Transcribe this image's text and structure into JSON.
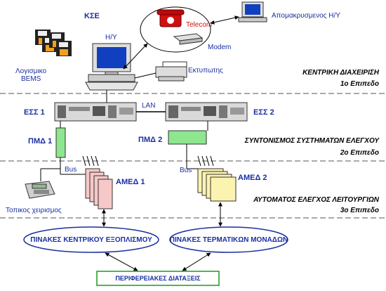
{
  "labels": {
    "kse": "ΚΣΕ",
    "hy": "Η/Υ",
    "software_line1": "Λογισμικο",
    "software_line2": "BEMS",
    "telecom": "Telecom",
    "modem": "Modem",
    "remote_pc": "Απομακρυσμενος Η/Υ",
    "printer": "Εκτυπωτης",
    "lan": "LAN",
    "ess1": "ΕΣΣ 1",
    "ess2": "ΕΣΣ 2",
    "pmd1": "ΠΜΔ 1",
    "pmd2": "ΠΜΔ 2",
    "bus1": "Bus",
    "bus2": "Bus",
    "amed1": "ΑΜΕΔ 1",
    "amed2": "ΑΜΕΔ 2",
    "local_control": "Τοπικος χειρισμος"
  },
  "levels": {
    "level1_title": "ΚΕΝΤΡΙΚΗ ΔΙΑΧΕΙΡΙΣΗ",
    "level1_name": "1ο Επιπεδο",
    "level2_title": "ΣΥΝΤΟΝΙΣΜΟΣ ΣΥΣΤΗΜΑΤΩΝ ΕΛΕΓΧΟΥ",
    "level2_name": "2ο Επιπεδο",
    "level3_title": "ΑΥΤΟΜΑΤΟΣ ΕΛΕΓΧΟΣ ΛΕΙΤΟΥΡΓΙΩΝ",
    "level3_name": "3ο Επιπεδο"
  },
  "boxes": {
    "central_panels": "ΠΙΝΑΚΕΣ ΚΕΝΤΡΙΚΟΥ ΕΞΟΠΛΙΣΜΟΥ",
    "terminal_panels": "ΠΙΝΑΚΕΣ ΤΕΡΜΑΤΙΚΩΝ ΜΟΝΑΔΩΝ",
    "peripheral": "ΠΕΡΙΦΕΡΕΙΑΚΕΣ ΔΙΑΤΑΞΕΙΣ"
  },
  "colors": {
    "text_blue": "#1a2fa0",
    "pmd_green": "#8ee68e",
    "amed1_pink": "#f7c8c8",
    "amed2_yellow": "#fbf3b0",
    "peripheral_green": "#1a9a1a",
    "telecom_red": "#d01010"
  }
}
